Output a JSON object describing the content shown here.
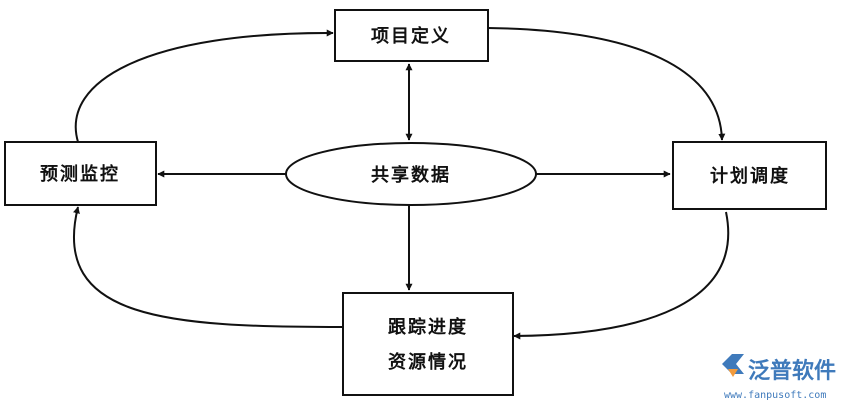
{
  "diagram": {
    "nodes": {
      "project_definition": "项目定义",
      "shared_data": "共享数据",
      "forecast_monitor": "预测监控",
      "plan_schedule": "计划调度",
      "tracking_line1": "跟踪进度",
      "tracking_line2": "资源情况"
    }
  },
  "watermark": {
    "brand_name": "泛普软件",
    "url": "www.fanpusoft.com",
    "colors": {
      "blue": "#1e63b0",
      "orange": "#f08a1c"
    }
  },
  "colors": {
    "stroke": "#111111",
    "background": "#ffffff"
  }
}
